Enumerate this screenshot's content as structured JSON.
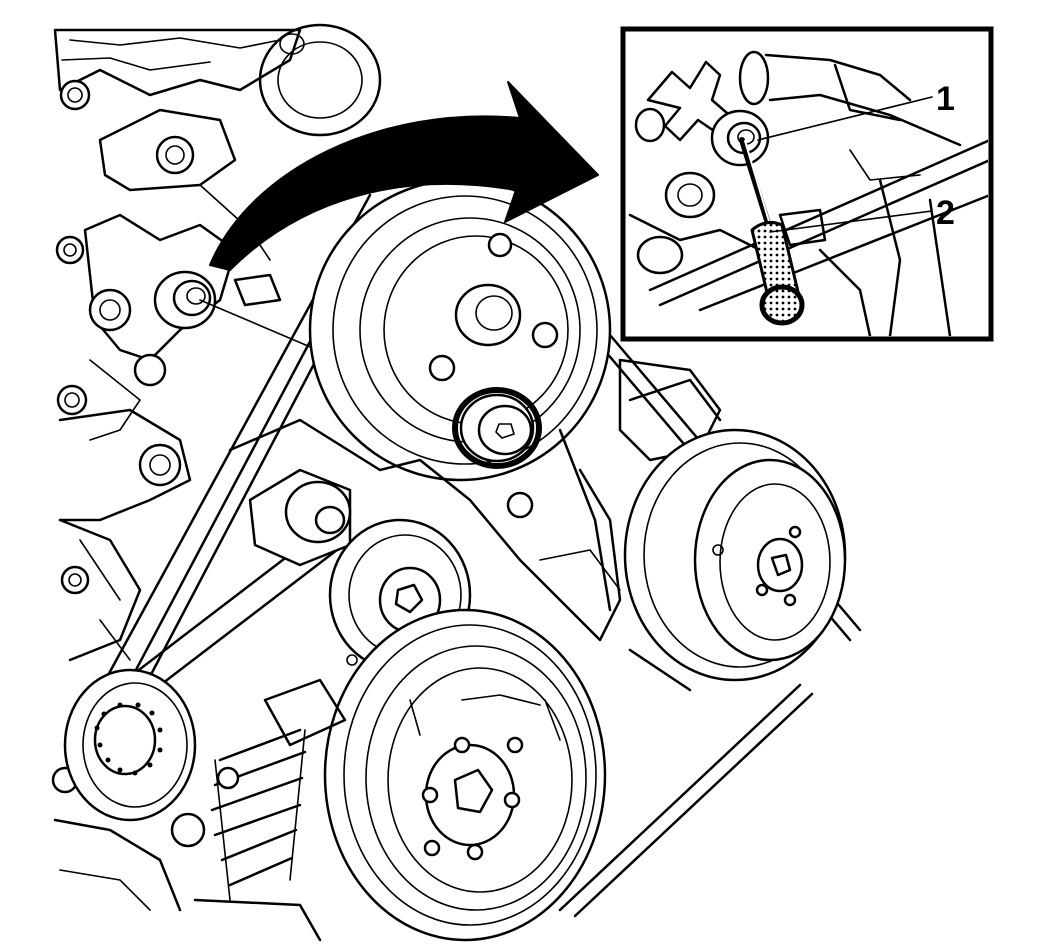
{
  "callouts": {
    "item_1": "1",
    "item_2": "2"
  },
  "colors": {
    "line": "#000000",
    "background": "#ffffff",
    "stipple": "#9a9a9a"
  },
  "icons": {
    "rotation_arrow": "curved-arrow-clockwise",
    "tool": "pin-tool"
  }
}
